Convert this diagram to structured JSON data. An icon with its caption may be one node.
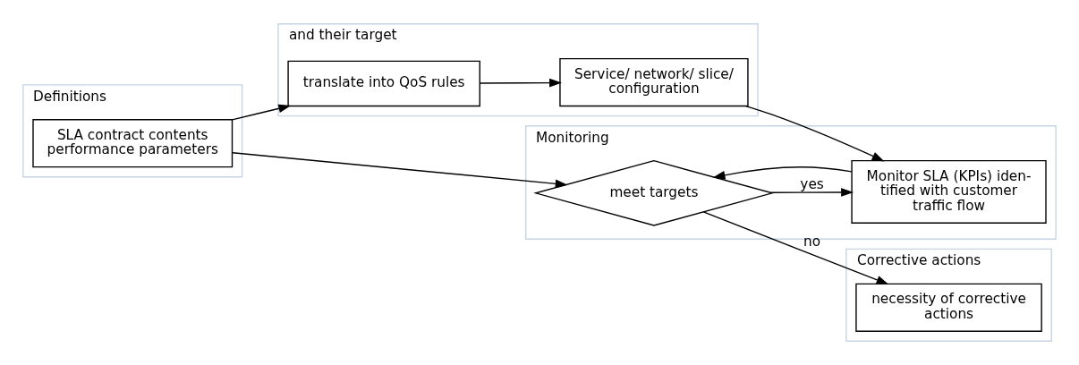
{
  "diagram": {
    "nodes": [
      {
        "text": [
          "Definitions"
        ]
      },
      {
        "text": [
          "SLA contract contents performance parameters"
        ],
        "in": 0
      },
      {
        "text": [
          "and their target"
        ]
      },
      {
        "text": [
          "translate into QoS rules"
        ],
        "in": 2
      },
      {
        "text": [
          "Service/ network/ slice/ configuration"
        ],
        "in": 2
      },
      {
        "text": [
          "Corrective actions"
        ]
      },
      {
        "text": [
          "necessity of corrective actions"
        ],
        "in": 5
      },
      {
        "text": [
          "Monitoring"
        ]
      },
      {
        "text": [
          "meet targets"
        ],
        "in": 7
      },
      {
        "text": [
          "Monitor SLA (KPIs) iden- tified with customer traffic flow"
        ],
        "in": 7
      }
    ],
    "edges": [
      {
        "from": 1,
        "to": 3,
        "arrow": "to"
      },
      {
        "from": 3,
        "to": 4,
        "arrow": "to"
      },
      {
        "from": 1,
        "to": 8,
        "arrow": "to"
      },
      {
        "from": 4,
        "to": 9,
        "arrow": "to"
      },
      {
        "from": 9,
        "to": 8,
        "arrow": "to"
      },
      {
        "from": 8,
        "to": 6,
        "arrow": "to",
        "label": "no"
      },
      {
        "from": 8,
        "to": 9,
        "arrow": "to",
        "label": "yes"
      }
    ]
  }
}
